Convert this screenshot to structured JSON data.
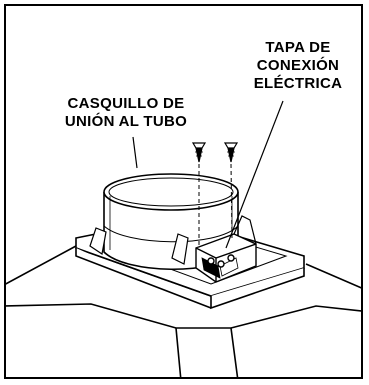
{
  "labels": {
    "collar": [
      "CASQUILLO DE",
      "UNIÓN AL TUBO"
    ],
    "cover": [
      "TAPA DE",
      "CONEXIÓN",
      "ELÉCTRICA"
    ]
  },
  "colors": {
    "line": "#000000",
    "background": "#ffffff"
  },
  "icons": [
    "screw-icon"
  ]
}
